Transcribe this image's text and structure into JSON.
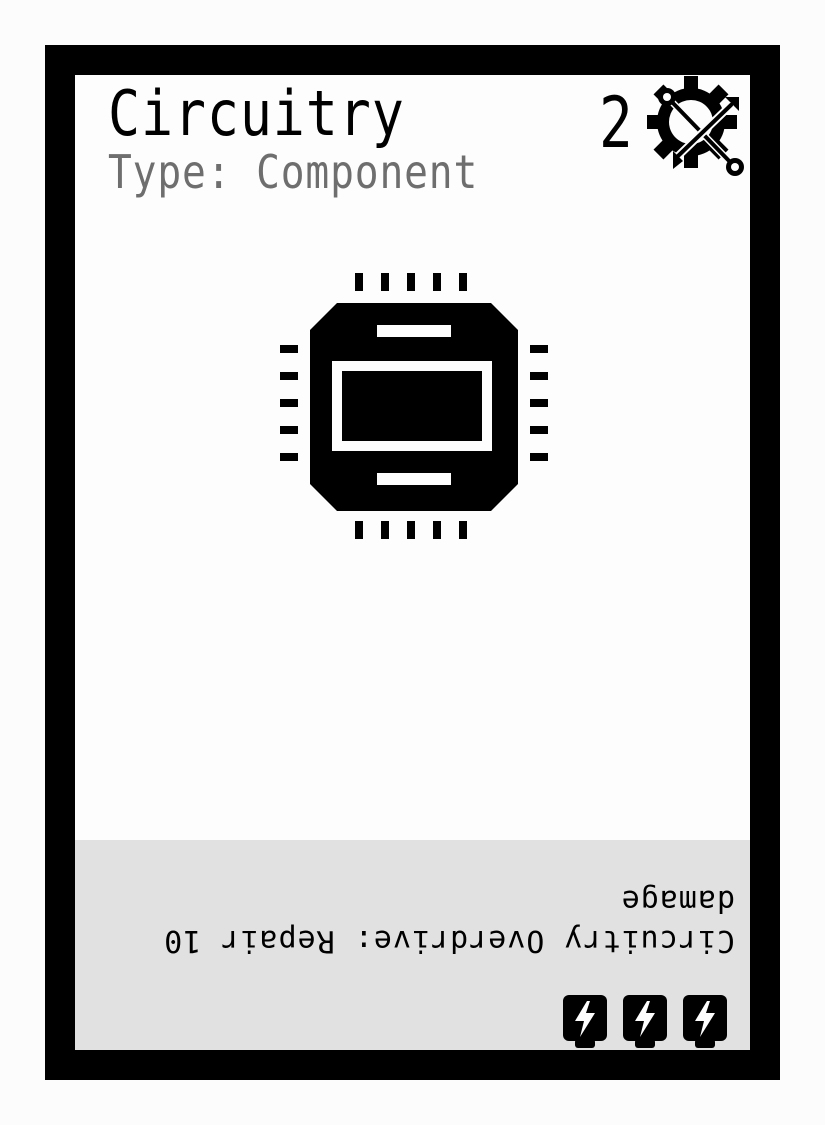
{
  "card": {
    "title": "Circuitry",
    "type_line": "Type: Component",
    "cost": "2",
    "cost_icon": "gear-wrench-icon",
    "art_icon": "cpu-chip-icon",
    "ability_text_line1": "Circuitry Overdrive: Repair 10",
    "ability_text_line2": "damage",
    "energy_icons": [
      "lightning-bolt-icon",
      "lightning-bolt-icon",
      "lightning-bolt-icon"
    ],
    "colors": {
      "border": "#000000",
      "card_background": "#fdfdfd",
      "text_box_background": "#e1e1e1",
      "type_text": "#6e6e6e"
    }
  }
}
